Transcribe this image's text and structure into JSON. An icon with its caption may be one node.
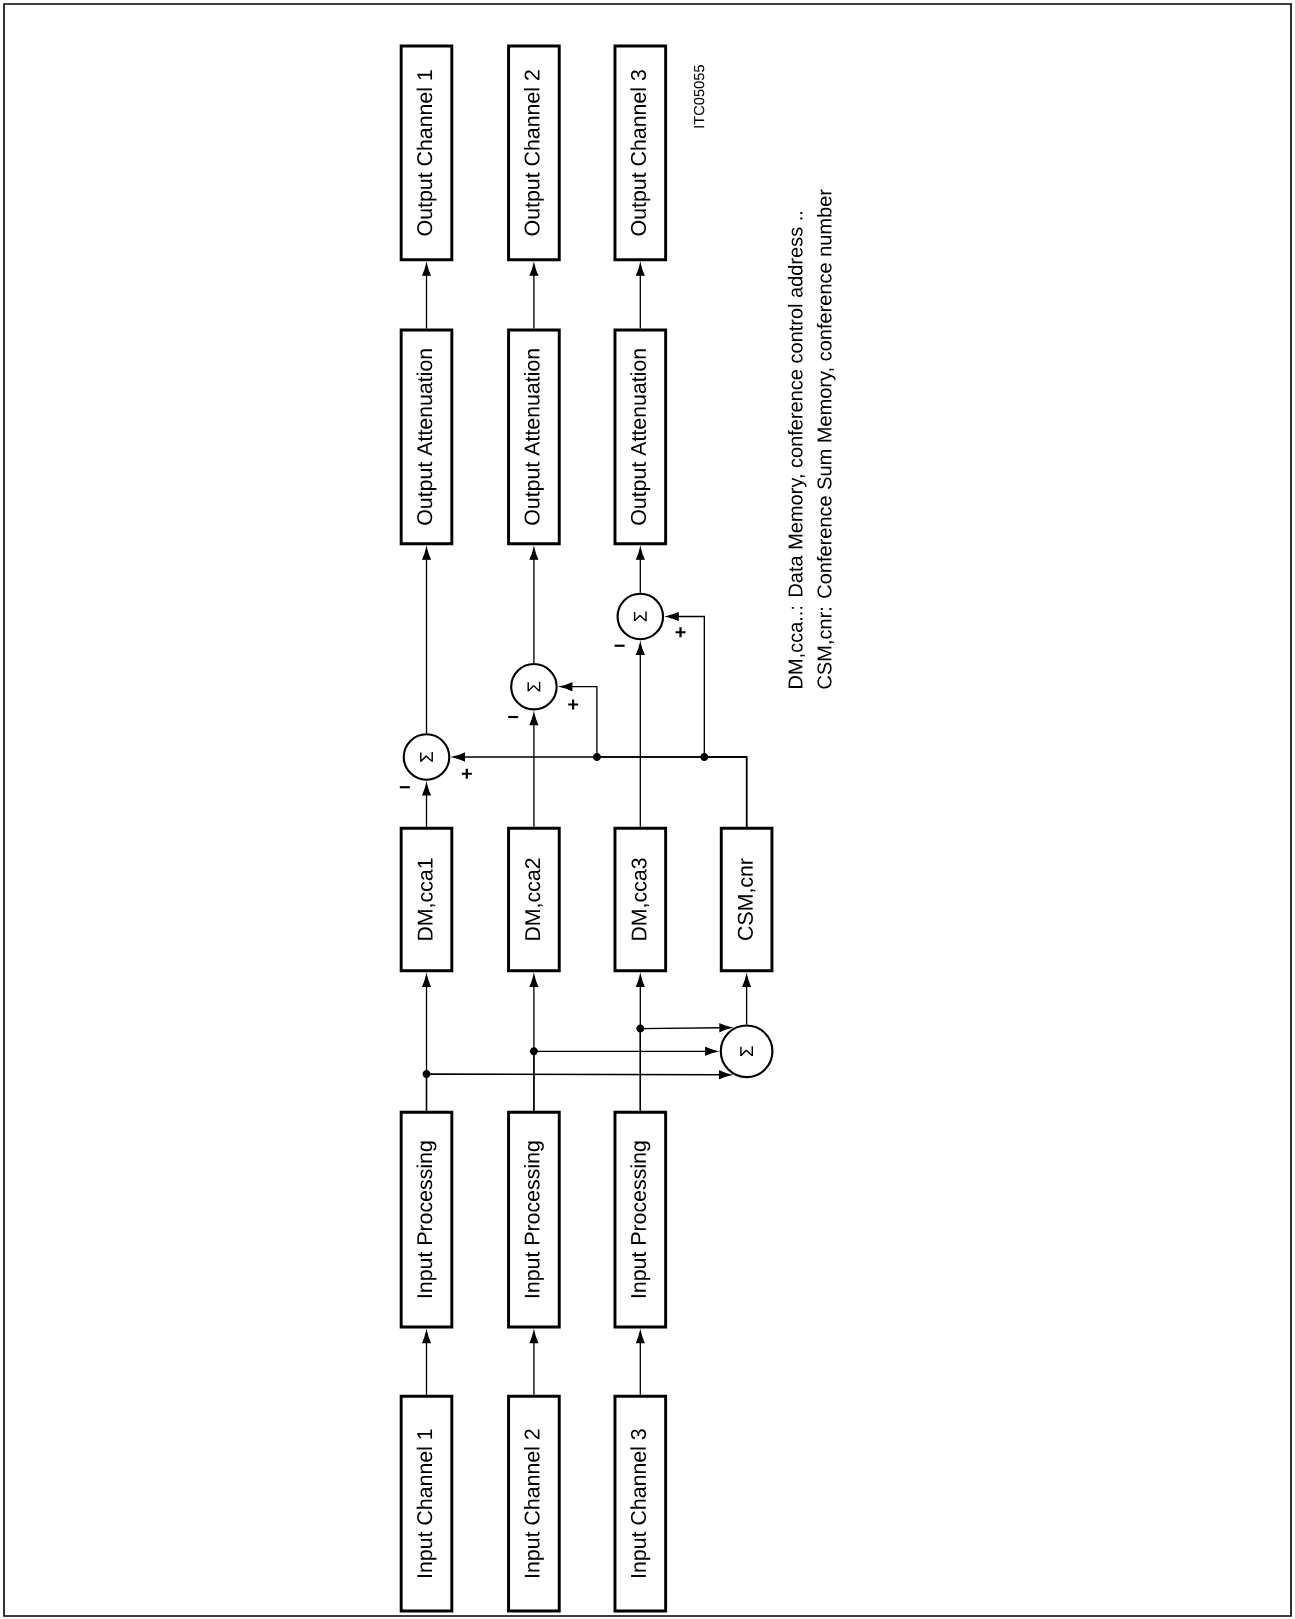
{
  "diagram": {
    "nodes": [
      {
        "text": [
          "Input Channel 1"
        ]
      },
      {
        "text": [
          "Input Channel 2"
        ]
      },
      {
        "text": [
          "Input Channel 3"
        ]
      },
      {
        "text": [
          "Input Processing"
        ]
      },
      {
        "text": [
          "Input Processing"
        ]
      },
      {
        "text": [
          "Input Processing"
        ]
      },
      {
        "text": [
          "Σ"
        ]
      },
      {
        "text": [
          "DM,cca1"
        ]
      },
      {
        "text": [
          "DM,cca2"
        ]
      },
      {
        "text": [
          "DM,cca3"
        ]
      },
      {
        "text": [
          "CSM,cnr"
        ]
      },
      {
        "text": [
          "Σ"
        ]
      },
      {
        "text": [
          "Σ"
        ]
      },
      {
        "text": [
          "Σ"
        ]
      },
      {
        "text": [
          "Output Attenuation"
        ]
      },
      {
        "text": [
          "Output Attenuation"
        ]
      },
      {
        "text": [
          "Output Attenuation"
        ]
      },
      {
        "text": [
          "Output Channel 1"
        ]
      },
      {
        "text": [
          "Output Channel 2"
        ]
      },
      {
        "text": [
          "Output Channel 3"
        ]
      }
    ],
    "edges": [
      {
        "from": 0,
        "to": 3,
        "arrow": "to"
      },
      {
        "from": 1,
        "to": 4,
        "arrow": "to"
      },
      {
        "from": 2,
        "to": 5,
        "arrow": "to"
      },
      {
        "from": 3,
        "to": 7,
        "arrow": "to"
      },
      {
        "from": 4,
        "to": 8,
        "arrow": "to"
      },
      {
        "from": 5,
        "to": 9,
        "arrow": "to"
      },
      {
        "from": 3,
        "to": 6,
        "arrow": "to"
      },
      {
        "from": 4,
        "to": 6,
        "arrow": "to"
      },
      {
        "from": 5,
        "to": 6,
        "arrow": "to"
      },
      {
        "from": 6,
        "to": 10,
        "arrow": "to"
      },
      {
        "from": 7,
        "to": 11,
        "arrow": "to"
      },
      {
        "from": 8,
        "to": 12,
        "arrow": "to"
      },
      {
        "from": 9,
        "to": 13,
        "arrow": "to"
      },
      {
        "from": 10,
        "to": 11,
        "arrow": "to"
      },
      {
        "from": 10,
        "to": 12,
        "arrow": "to"
      },
      {
        "from": 10,
        "to": 13,
        "arrow": "to"
      },
      {
        "from": 11,
        "to": 14,
        "arrow": "to"
      },
      {
        "from": 12,
        "to": 15,
        "arrow": "to"
      },
      {
        "from": 13,
        "to": 16,
        "arrow": "to"
      },
      {
        "from": 14,
        "to": 17,
        "arrow": "to"
      },
      {
        "from": 15,
        "to": 18,
        "arrow": "to"
      },
      {
        "from": 16,
        "to": 19,
        "arrow": "to"
      }
    ],
    "labels": [
      "−",
      "+",
      "−",
      "+",
      "−",
      "+",
      "ITC05055",
      "DM,cca..: Data Memory, conference control address ..",
      "CSM,cnr: Conference Sum Memory, conference number"
    ]
  }
}
